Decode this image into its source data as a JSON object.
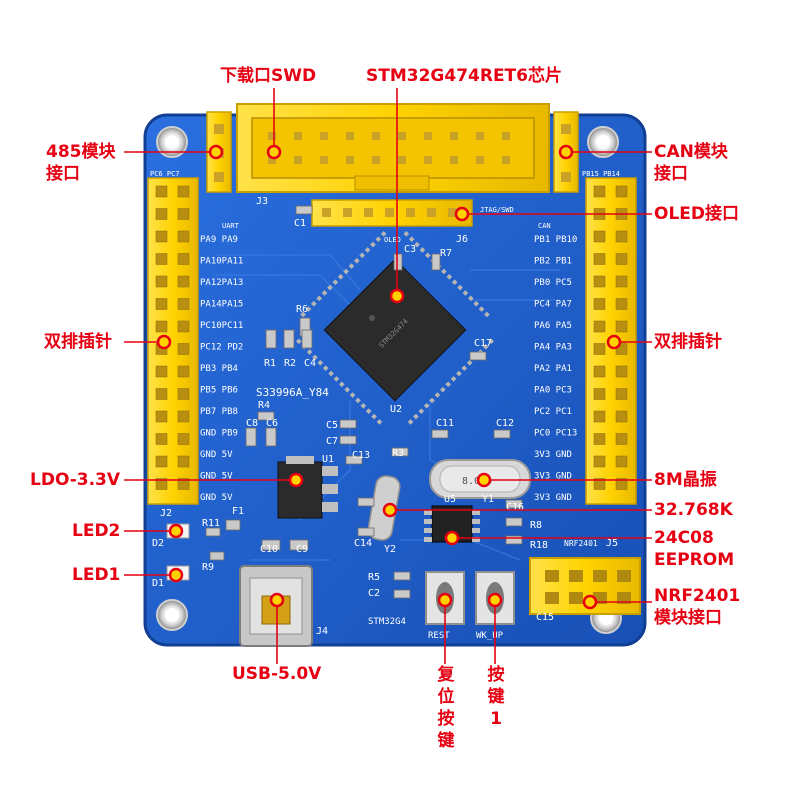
{
  "board": {
    "colors": {
      "background": "#ffffff",
      "pcb": "#1e5fc8",
      "pcb_edge": "#1a4fa8",
      "header": "#ffd200",
      "pin": "#c9a227",
      "chip": "#2b2b2b",
      "silk": "#ffffff",
      "callout": "#e60012",
      "usb": "#c8c8c8",
      "button": "#8a8a8a"
    },
    "silkscreen": {
      "j3": "J3",
      "uart": "UART",
      "jtag_swd": "JTAG/SWD",
      "oled": "OLED",
      "j6": "J6",
      "can": "CAN",
      "c1": "C1",
      "c3": "C3",
      "r7": "R7",
      "r6": "R6",
      "r1": "R1",
      "r2": "R2",
      "c4": "C4",
      "r4": "R4",
      "c8": "C8",
      "c6": "C6",
      "c5": "C5",
      "c7": "C7",
      "c13": "C13",
      "r3": "R3",
      "u2": "U2",
      "c11": "C11",
      "c12": "C12",
      "c17": "C17",
      "u1": "U1",
      "r11": "R11",
      "f1": "F1",
      "c10": "C10",
      "c9": "C9",
      "d2": "D2",
      "r9": "R9",
      "d1": "D1",
      "j2": "J2",
      "c14": "C14",
      "y2": "Y2",
      "r5": "R5",
      "c2": "C2",
      "u5": "U5",
      "y1": "Y1",
      "c16": "C16",
      "r8": "R8",
      "r18": "R18",
      "nrf_box": "NRF2401",
      "j5": "J5",
      "j4": "J4",
      "stm32g4": "STM32G4",
      "rest": "REST",
      "wkup": "WK_UP",
      "c15": "C15",
      "serial": "S33996A_Y84",
      "crystal_mark": "8.000",
      "pc_top_left": "PC6 PC7",
      "pb_top_right": "PB15 PB14",
      "left_pins": [
        "PA9  PA9",
        "PA10PA11",
        "PA12PA13",
        "PA14PA15",
        "PC10PC11",
        "PC12 PD2",
        "PB3  PB4",
        "PB5  PB6",
        "PB7  PB8",
        "GND  PB9",
        "GND  5V",
        "GND  5V",
        "GND  5V"
      ],
      "right_pins": [
        "PB1 PB10",
        "PB2  PB1",
        "PB0  PC5",
        "PC4  PA7",
        "PA6  PA5",
        "PA4  PA3",
        "PA2  PA1",
        "PA0  PC3",
        "PC2  PC1",
        "PC0 PC13",
        "3V3  GND",
        "3V3  GND",
        "3V3  GND"
      ]
    }
  },
  "callouts": {
    "download_swd": "下载口SWD",
    "chip": "STM32G474RET6芯片",
    "rs485_line1": "485模块",
    "rs485_line2": "接口",
    "can_line1": "CAN模块",
    "can_line2": "接口",
    "oled": "OLED接口",
    "double_row_left": "双排插针",
    "double_row_right": "双排插针",
    "ldo": "LDO-3.3V",
    "crystal_8m": "8M晶振",
    "crystal_32k": "32.768K",
    "eeprom_line1": "24C08",
    "eeprom_line2": "EEPROM",
    "led2": "LED2",
    "led1": "LED1",
    "nrf_line1": "NRF2401",
    "nrf_line2": "模块接口",
    "usb": "USB-5.0V",
    "reset_button": "复位按键",
    "key1_button": "按键1"
  }
}
